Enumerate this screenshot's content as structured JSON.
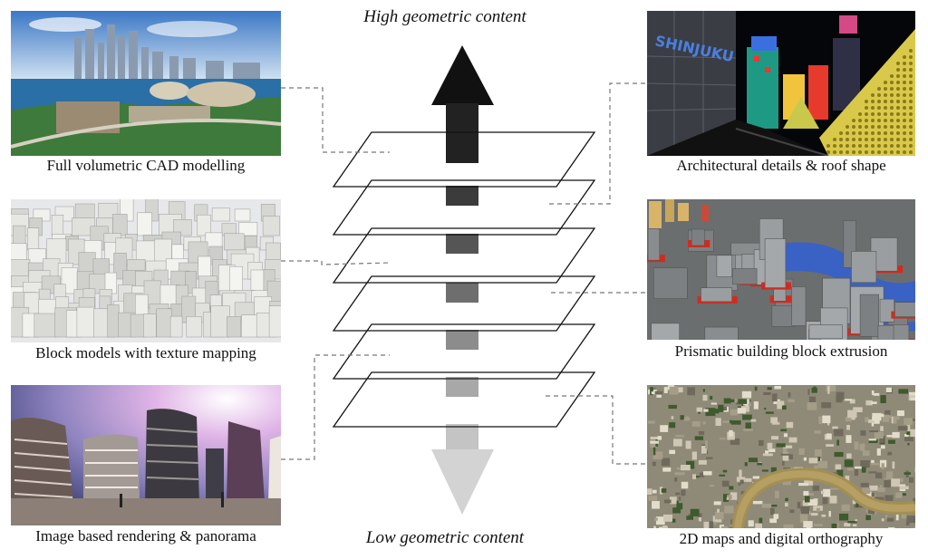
{
  "axis": {
    "top_label": "High geometric content",
    "bottom_label": "Low geometric content"
  },
  "left_panels": [
    {
      "caption": "Full volumetric CAD modelling"
    },
    {
      "caption": "Block models with texture mapping"
    },
    {
      "caption": "Image based rendering & panorama"
    }
  ],
  "right_panels": [
    {
      "caption": "Architectural details & roof shape"
    },
    {
      "caption": "Prismatic building block extrusion"
    },
    {
      "caption": "2D maps and digital orthography"
    }
  ],
  "layer_count": 6
}
